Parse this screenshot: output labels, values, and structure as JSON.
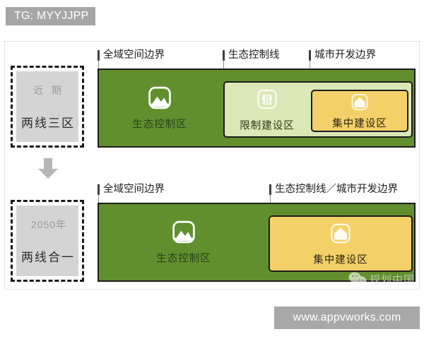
{
  "tag_banner": {
    "text": "TG: MYYJJPP"
  },
  "diagram": {
    "phases": [
      {
        "stage": {
          "year": "近  期",
          "name": "两线三区"
        },
        "callouts": [
          {
            "text": "全域空间边界"
          },
          {
            "text": "生态控制线"
          },
          {
            "text": "城市开发边界"
          }
        ],
        "zones": [
          {
            "label": "生态控制区",
            "icon": "mountain-icon",
            "color": "#628f2e"
          },
          {
            "label": "限制建设区",
            "icon": "tree-icon",
            "color": "#dce6b6"
          },
          {
            "label": "集中建设区",
            "icon": "house-icon",
            "color": "#f3d168"
          }
        ]
      },
      {
        "stage": {
          "year": "2050年",
          "name": "两线合一"
        },
        "callouts": [
          {
            "text": "全域空间边界"
          },
          {
            "text": "生态控制线／城市开发边界"
          }
        ],
        "zones": [
          {
            "label": "生态控制区",
            "icon": "mountain-icon",
            "color": "#628f2e"
          },
          {
            "label": "集中建设区",
            "icon": "house-icon",
            "color": "#f3d168"
          }
        ]
      }
    ],
    "transition": "down-arrow-icon"
  },
  "watermark": {
    "text": "规划中国",
    "icon": "wechat-icon"
  },
  "url_banner": {
    "text": "www.appvworks.com"
  },
  "colors": {
    "eco_green": "#628f2e",
    "restricted_light_green": "#dce6b6",
    "built_yellow": "#f3d168",
    "banner_gray": "#a6a6a6",
    "card_gray": "#d4d4d4",
    "outline_black": "#1c1c1c"
  }
}
